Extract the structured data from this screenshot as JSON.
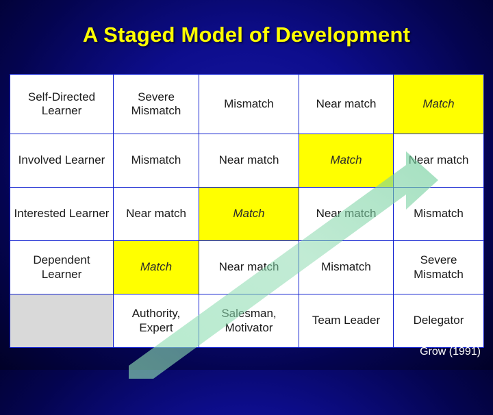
{
  "slide": {
    "title": "A Staged Model of Development",
    "credit": "Grow (1991)"
  },
  "matrix": {
    "rows": [
      {
        "header": "Self-Directed Learner",
        "cells": [
          {
            "text": "Severe Mismatch",
            "style": "white"
          },
          {
            "text": "Mismatch",
            "style": "white"
          },
          {
            "text": "Near match",
            "style": "white"
          },
          {
            "text": "Match",
            "style": "yellow"
          }
        ]
      },
      {
        "header": "Involved Learner",
        "cells": [
          {
            "text": "Mismatch",
            "style": "white"
          },
          {
            "text": "Near match",
            "style": "white"
          },
          {
            "text": "Match",
            "style": "yellow"
          },
          {
            "text": "Near match",
            "style": "white"
          }
        ]
      },
      {
        "header": "Interested Learner",
        "cells": [
          {
            "text": "Near match",
            "style": "white"
          },
          {
            "text": "Match",
            "style": "yellow"
          },
          {
            "text": "Near match",
            "style": "white"
          },
          {
            "text": "Mismatch",
            "style": "white"
          }
        ]
      },
      {
        "header": "Dependent Learner",
        "cells": [
          {
            "text": "Match",
            "style": "yellow"
          },
          {
            "text": "Near match",
            "style": "white"
          },
          {
            "text": "Mismatch",
            "style": "white"
          },
          {
            "text": "Severe Mismatch",
            "style": "white"
          }
        ]
      }
    ],
    "footer": {
      "header": "",
      "cells": [
        {
          "text": "Authority, Expert",
          "style": "white"
        },
        {
          "text": "Salesman, Motivator",
          "style": "white"
        },
        {
          "text": "Team Leader",
          "style": "white"
        },
        {
          "text": "Delegator",
          "style": "white"
        }
      ]
    }
  },
  "colors": {
    "title": "#ffff00",
    "highlight": "#ffff00",
    "cell": "#ffffff",
    "grid": "#0f1fd0",
    "arrow": "#7fd6a8"
  }
}
